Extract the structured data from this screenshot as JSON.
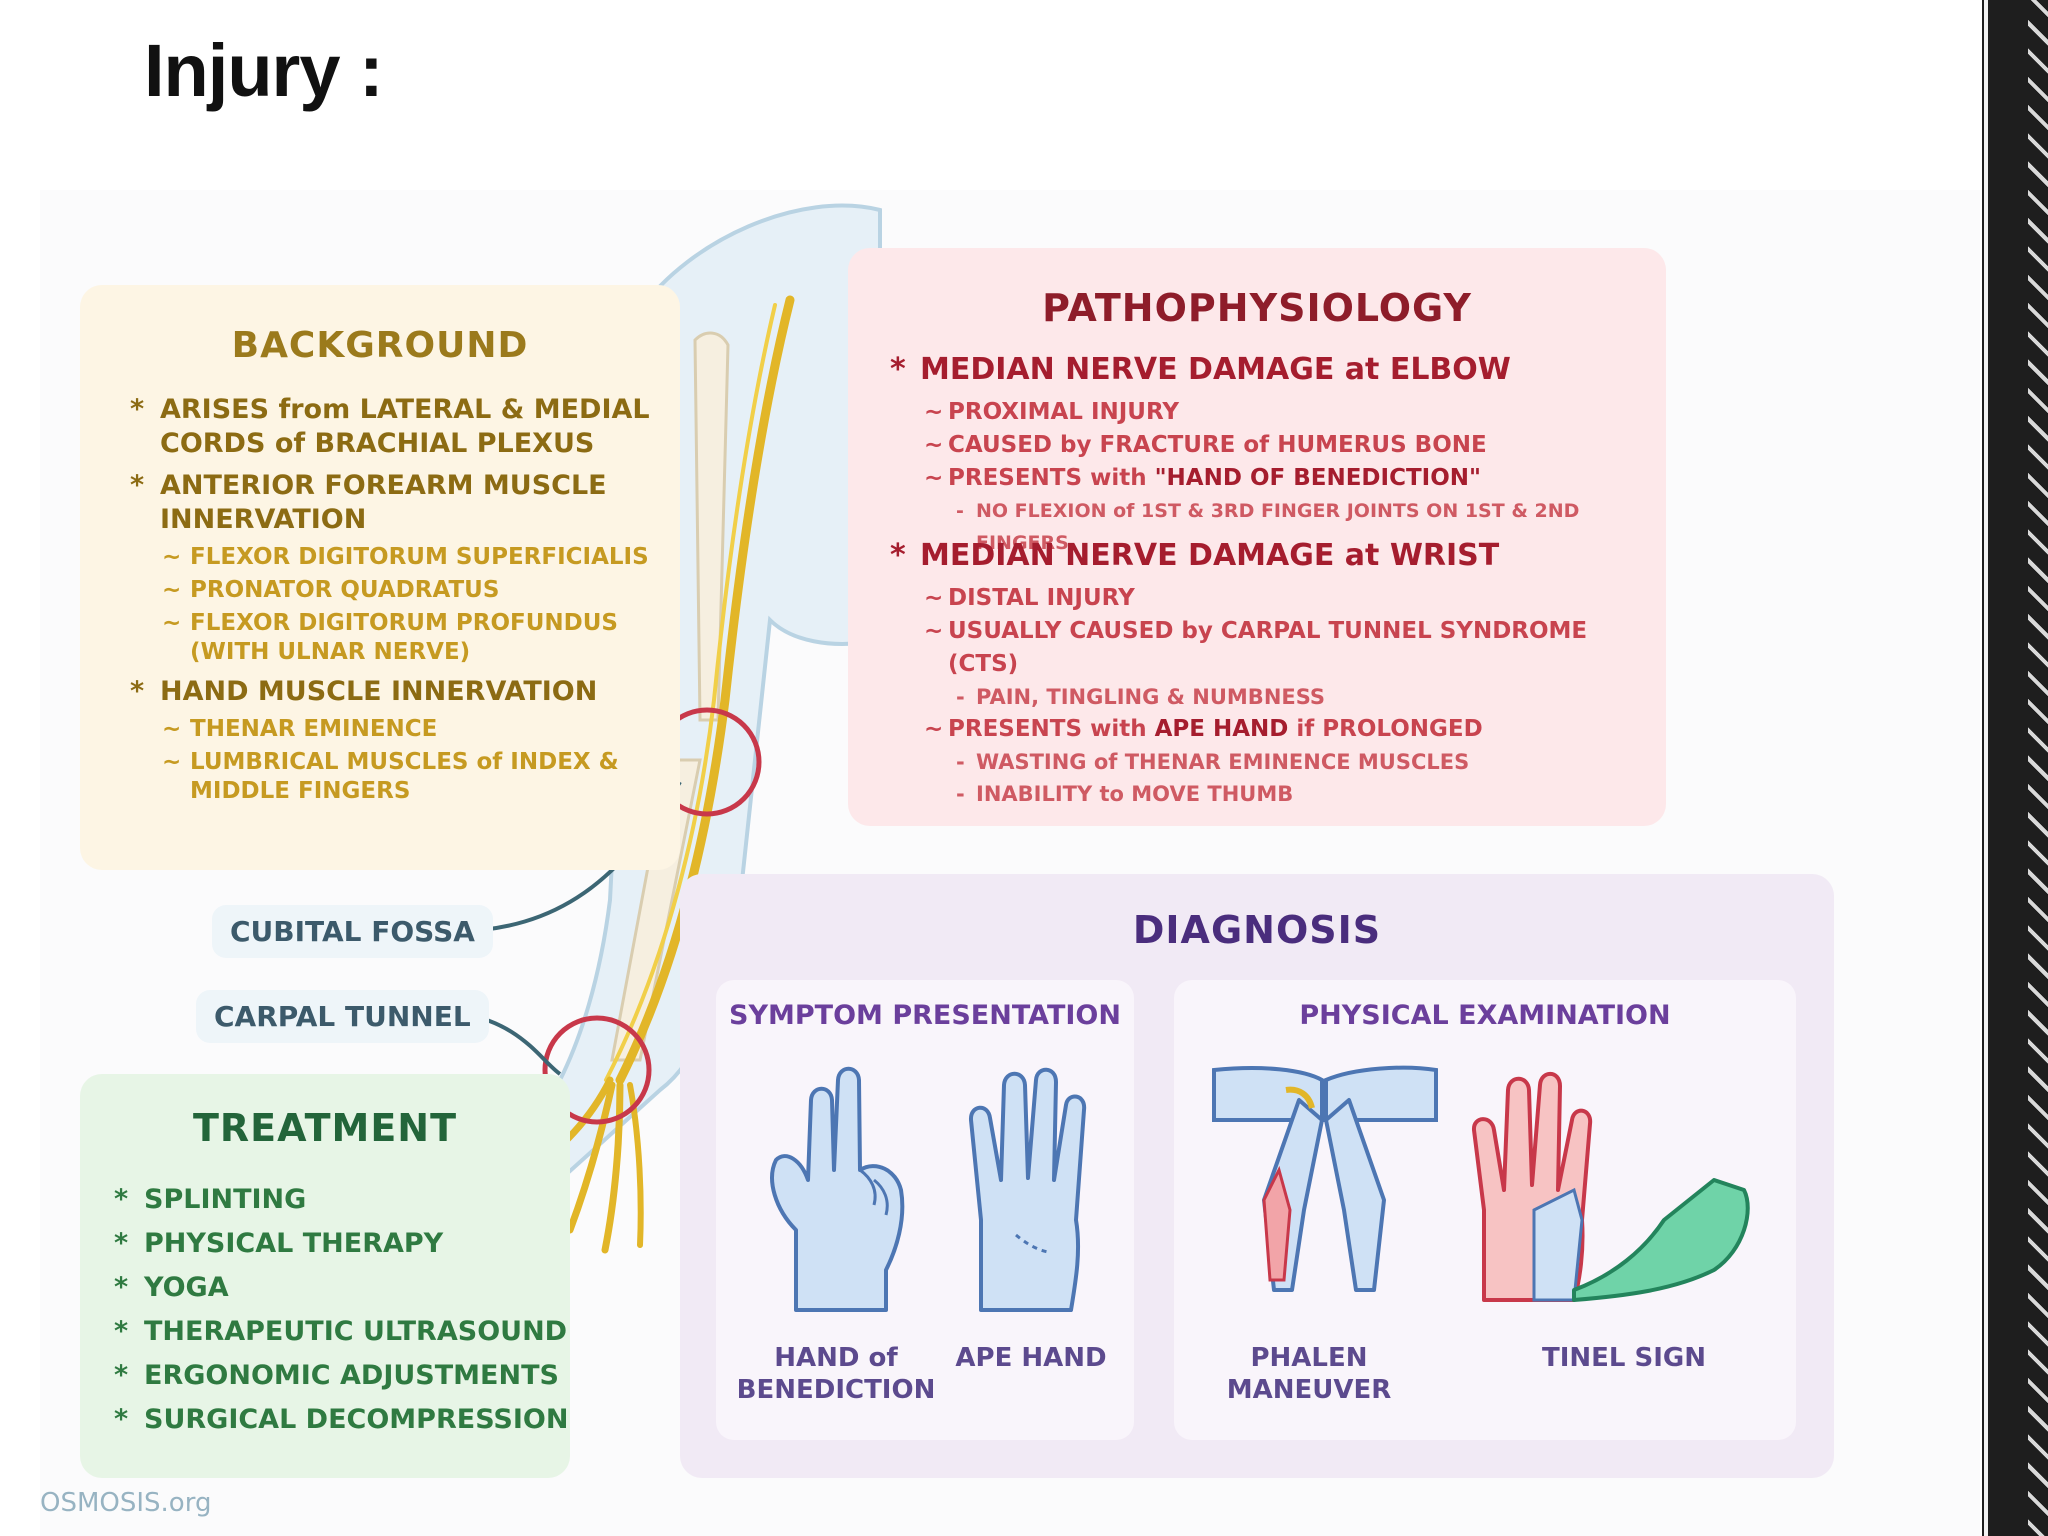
{
  "slide": {
    "title": "Injury :"
  },
  "background": {
    "heading": "BACKGROUND",
    "items": [
      {
        "text": "ARISES from LATERAL & MEDIAL CORDS of BRACHIAL PLEXUS",
        "sub": []
      },
      {
        "text": "ANTERIOR FOREARM MUSCLE INNERVATION",
        "sub": [
          "FLEXOR DIGITORUM SUPERFICIALIS",
          "PRONATOR QUADRATUS",
          "FLEXOR DIGITORUM PROFUNDUS (WITH ULNAR NERVE)"
        ]
      },
      {
        "text": "HAND MUSCLE INNERVATION",
        "sub": [
          "THENAR EMINENCE",
          "LUMBRICAL MUSCLES of INDEX & MIDDLE FINGERS"
        ]
      }
    ]
  },
  "pathophysiology": {
    "heading": "PATHOPHYSIOLOGY",
    "elbow": {
      "title": "MEDIAN NERVE DAMAGE at ELBOW",
      "points": [
        "PROXIMAL INJURY",
        "CAUSED by FRACTURE of HUMERUS BONE"
      ],
      "presents_prefix": "PRESENTS with ",
      "presents_strong": "\"HAND OF BENEDICTION\"",
      "detail": "NO FLEXION of 1ST & 3RD FINGER JOINTS ON 1ST & 2ND FINGERS"
    },
    "wrist": {
      "title": "MEDIAN NERVE DAMAGE at WRIST",
      "point1": "DISTAL INJURY",
      "point2": "USUALLY CAUSED by CARPAL TUNNEL SYNDROME (CTS)",
      "point2_detail": "PAIN, TINGLING & NUMBNESS",
      "presents_prefix": "PRESENTS with ",
      "presents_strong": "APE HAND",
      "presents_suffix": " if PROLONGED",
      "details": [
        "WASTING of THENAR EMINENCE MUSCLES",
        "INABILITY to MOVE THUMB"
      ]
    }
  },
  "diagnosis": {
    "heading": "DIAGNOSIS",
    "symptom": {
      "heading": "SYMPTOM PRESENTATION",
      "captions": [
        "HAND of\nBENEDICTION",
        "APE HAND"
      ]
    },
    "exam": {
      "heading": "PHYSICAL EXAMINATION",
      "captions": [
        "PHALEN\nMANEUVER",
        "TINEL SIGN"
      ]
    }
  },
  "treatment": {
    "heading": "TREATMENT",
    "items": [
      "SPLINTING",
      "PHYSICAL THERAPY",
      "YOGA",
      "THERAPEUTIC ULTRASOUND",
      "ERGONOMIC ADJUSTMENTS",
      "SURGICAL DECOMPRESSION"
    ]
  },
  "labels": {
    "cubital": "CUBITAL FOSSA",
    "carpal": "CARPAL TUNNEL"
  },
  "logo": "OSMOSIS.org"
}
